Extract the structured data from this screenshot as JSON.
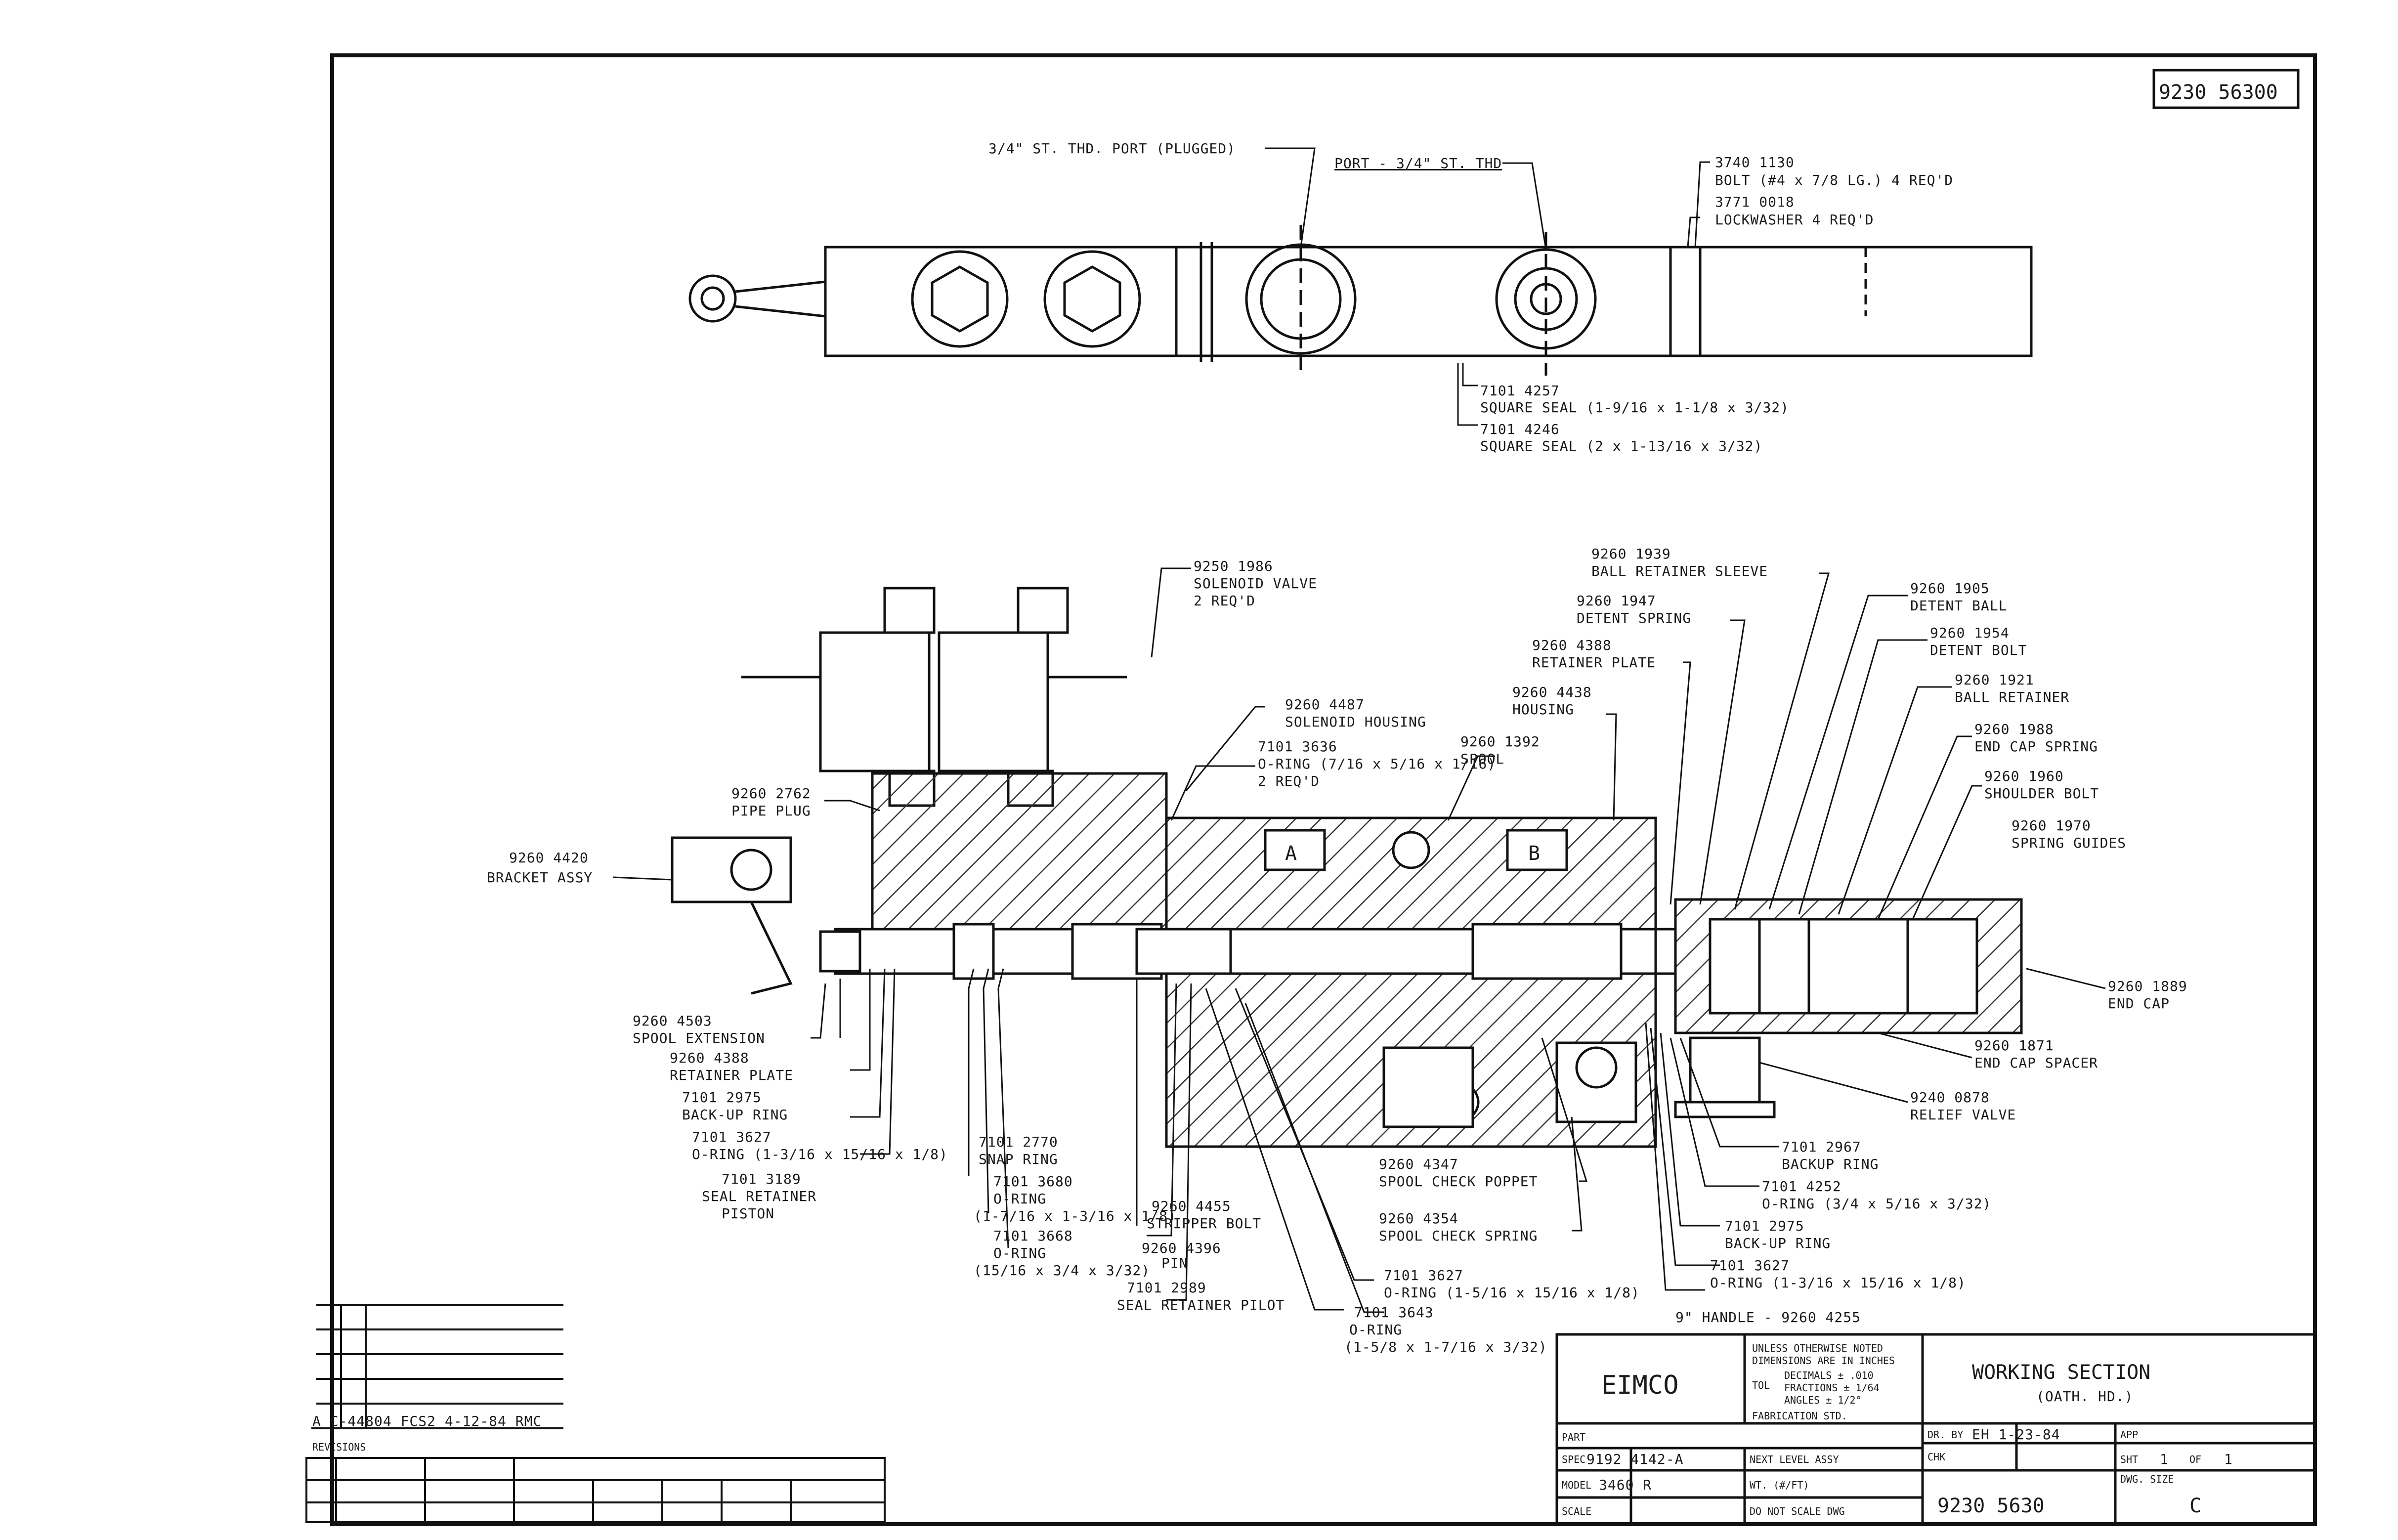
{
  "drawing_number_corner": "9230 56300",
  "top_view": {
    "labels": {
      "plugged_port": "3/4\" ST. THD. PORT (PLUGGED)",
      "port": "PORT - 3/4\" ST. THD",
      "bolt_num": "3740 1130",
      "bolt_desc": "BOLT (#4 x 7/8 LG.) 4 REQ'D",
      "lockwasher_num": "3771 0018",
      "lockwasher_desc": "LOCKWASHER 4 REQ'D",
      "seal1_num": "7101 4257",
      "seal1_desc": "SQUARE SEAL (1-9/16 x 1-1/8 x 3/32)",
      "seal2_num": "7101 4246",
      "seal2_desc": "SQUARE SEAL (2 x 1-13/16 x 3/32)"
    }
  },
  "section_view": {
    "labels": {
      "solenoid_valve_num": "9250 1986",
      "solenoid_valve_desc": "SOLENOID VALVE",
      "solenoid_valve_qty": "2 REQ'D",
      "solenoid_housing_num": "9260 4487",
      "solenoid_housing_desc": "SOLENOID HOUSING",
      "oring_top_num": "7101 3636",
      "oring_top_desc": "O-RING (7/16 x 5/16 x 1/16)",
      "oring_top_qty": "2 REQ'D",
      "pipe_plug_num": "9260 2762",
      "pipe_plug_desc": "PIPE PLUG",
      "bracket_num": "9260 4420",
      "bracket_desc": "BRACKET ASSY",
      "spool_num": "9260 1392",
      "spool_desc": "SPOOL",
      "housing_num": "9260 4438",
      "housing_desc": "HOUSING",
      "retainer_plate_top_num": "9260 4388",
      "retainer_plate_top_desc": "RETAINER PLATE",
      "detent_spring_num": "9260 1947",
      "detent_spring_desc": "DETENT SPRING",
      "ball_sleeve_num": "9260 1939",
      "ball_sleeve_desc": "BALL RETAINER SLEEVE",
      "detent_ball_num": "9260 1905",
      "detent_ball_desc": "DETENT BALL",
      "detent_bolt_num": "9260 1954",
      "detent_bolt_desc": "DETENT BOLT",
      "ball_retainer_num": "9260 1921",
      "ball_retainer_desc": "BALL RETAINER",
      "end_cap_spring_num": "9260 1988",
      "end_cap_spring_desc": "END CAP SPRING",
      "shoulder_bolt_num": "9260 1960",
      "shoulder_bolt_desc": "SHOULDER BOLT",
      "spring_guides_num": "9260 1970",
      "spring_guides_desc": "SPRING GUIDES",
      "end_cap_num": "9260 1889",
      "end_cap_desc": "END CAP",
      "end_cap_spacer_num": "9260 1871",
      "end_cap_spacer_desc": "END CAP SPACER",
      "relief_valve_num": "9240 0878",
      "relief_valve_desc": "RELIEF VALVE",
      "spool_ext_num": "9260 4503",
      "spool_ext_desc": "SPOOL EXTENSION",
      "retainer_plate_num": "9260 4388",
      "retainer_plate_desc": "RETAINER PLATE",
      "backup_ring_left_num": "7101 2975",
      "backup_ring_left_desc": "BACK-UP RING",
      "oring_left_num": "7101 3627",
      "oring_left_desc": "O-RING (1-3/16 x 15/16 x 1/8)",
      "seal_retainer_piston_num": "7101 3189",
      "seal_retainer_piston_desc": "SEAL RETAINER",
      "seal_retainer_piston_desc2": "PISTON",
      "snap_ring_num": "7101 2770",
      "snap_ring_desc": "SNAP RING",
      "oring_3680_num": "7101 3680",
      "oring_3680_desc": "O-RING",
      "oring_3680_size": "(1-7/16 x 1-3/16 x 1/8)",
      "oring_3668_num": "7101 3668",
      "oring_3668_desc": "O-RING",
      "oring_3668_size": "(15/16 x 3/4 x 3/32)",
      "stripper_bolt_num": "9260 4455",
      "stripper_bolt_desc": "STRIPPER BOLT",
      "pin_num": "9260 4396",
      "pin_desc": "PIN",
      "seal_retainer_pilot_num": "7101 2989",
      "seal_retainer_pilot_desc": "SEAL RETAINER PILOT",
      "oring_3643_num": "7101 3643",
      "oring_3643_desc": "O-RING",
      "oring_3643_size": "(1-5/8 x 1-7/16 x 3/32)",
      "check_poppet_num": "9260 4347",
      "check_poppet_desc": "SPOOL CHECK POPPET",
      "check_spring_num": "9260 4354",
      "check_spring_desc": "SPOOL CHECK SPRING",
      "oring_3627_mid_num": "7101 3627",
      "oring_3627_mid_desc": "O-RING (1-5/16 x 15/16 x 1/8)",
      "backup_2967_num": "7101 2967",
      "backup_2967_desc": "BACKUP RING",
      "oring_4252_num": "7101 4252",
      "oring_4252_desc": "O-RING (3/4 x 5/16 x 3/32)",
      "backup_2975_num": "7101 2975",
      "backup_2975_desc": "BACK-UP RING",
      "oring_3627_right_num": "7101 3627",
      "oring_3627_right_desc": "O-RING (1-3/16 x 15/16 x 1/8)",
      "handle": "9\" HANDLE - 9260 4255",
      "port_a": "A",
      "port_b": "B"
    }
  },
  "title_block": {
    "company": "EIMCO",
    "title_line1": "WORKING SECTION",
    "title_line2": "(OATH. HD.)",
    "notes_line1": "UNLESS OTHERWISE NOTED",
    "notes_line2": "DIMENSIONS ARE IN INCHES",
    "tol_label": "TOL",
    "tol_dec": "DECIMALS ± .010",
    "tol_frac": "FRACTIONS ± 1/64",
    "tol_ang": "ANGLES ± 1/2°",
    "fab_std": "FABRICATION STD.",
    "spec": "9192 4142-A",
    "spec_label": "SPEC",
    "next_level": "NEXT LEVEL ASSY",
    "model_label": "MODEL",
    "model": "3460 R",
    "wt_label": "WT. (#/FT)",
    "scale_label": "SCALE",
    "no_scale": "DO NOT SCALE DWG",
    "part_label": "PART",
    "drawn_label": "DR. BY",
    "drawn_by": "EH 1-23-84",
    "checked_label": "CHK",
    "approved_label": "APP",
    "sheet_label": "SHT",
    "sheet": "1",
    "of_label": "OF",
    "of": "1",
    "dwg_size_label": "DWG. SIZE",
    "dwg_size": "C",
    "drawing_number": "9230 5630"
  },
  "revision_block": {
    "change_note": "A C-44804 FCS2 4-12-84 RMC",
    "header": "REVISIONS"
  }
}
